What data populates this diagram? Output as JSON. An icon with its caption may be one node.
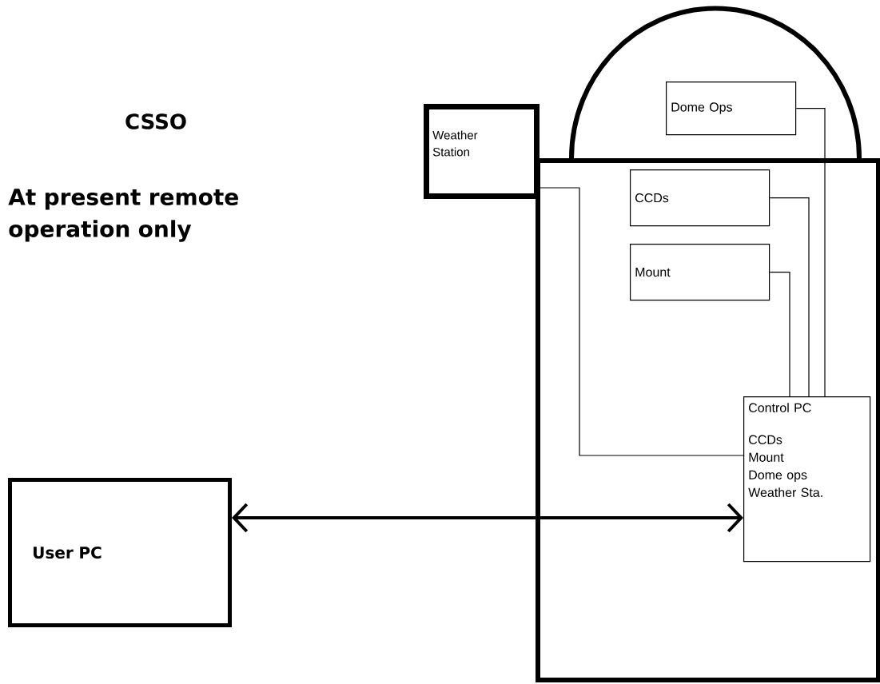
{
  "diagram": {
    "title": "CSSO",
    "nodes": [
      {
        "text": [],
        "shape": "semicircle"
      },
      {
        "text": [
          "Dome  Ops"
        ],
        "in": 0
      },
      {
        "text": [
          "Weather Station"
        ]
      },
      {
        "text": [],
        "shape": "box"
      },
      {
        "text": [
          "CCDs"
        ],
        "in": 3
      },
      {
        "text": [
          "Mount"
        ],
        "in": 3
      },
      {
        "text": [
          "Control PC",
          "CCDs",
          "Mount",
          "Dome ops",
          "Weather Sta."
        ],
        "in": 3
      },
      {
        "text": [
          "User PC"
        ]
      }
    ],
    "edges": [
      {
        "from": 1,
        "to": 6,
        "arrow": "none"
      },
      {
        "from": 4,
        "to": 6,
        "arrow": "none"
      },
      {
        "from": 5,
        "to": 6,
        "arrow": "none"
      },
      {
        "from": 2,
        "to": 6,
        "arrow": "none"
      },
      {
        "from": 7,
        "to": 6,
        "arrow": "both",
        "style": "thick"
      }
    ],
    "labels": [
      "At present remote operation only"
    ]
  }
}
